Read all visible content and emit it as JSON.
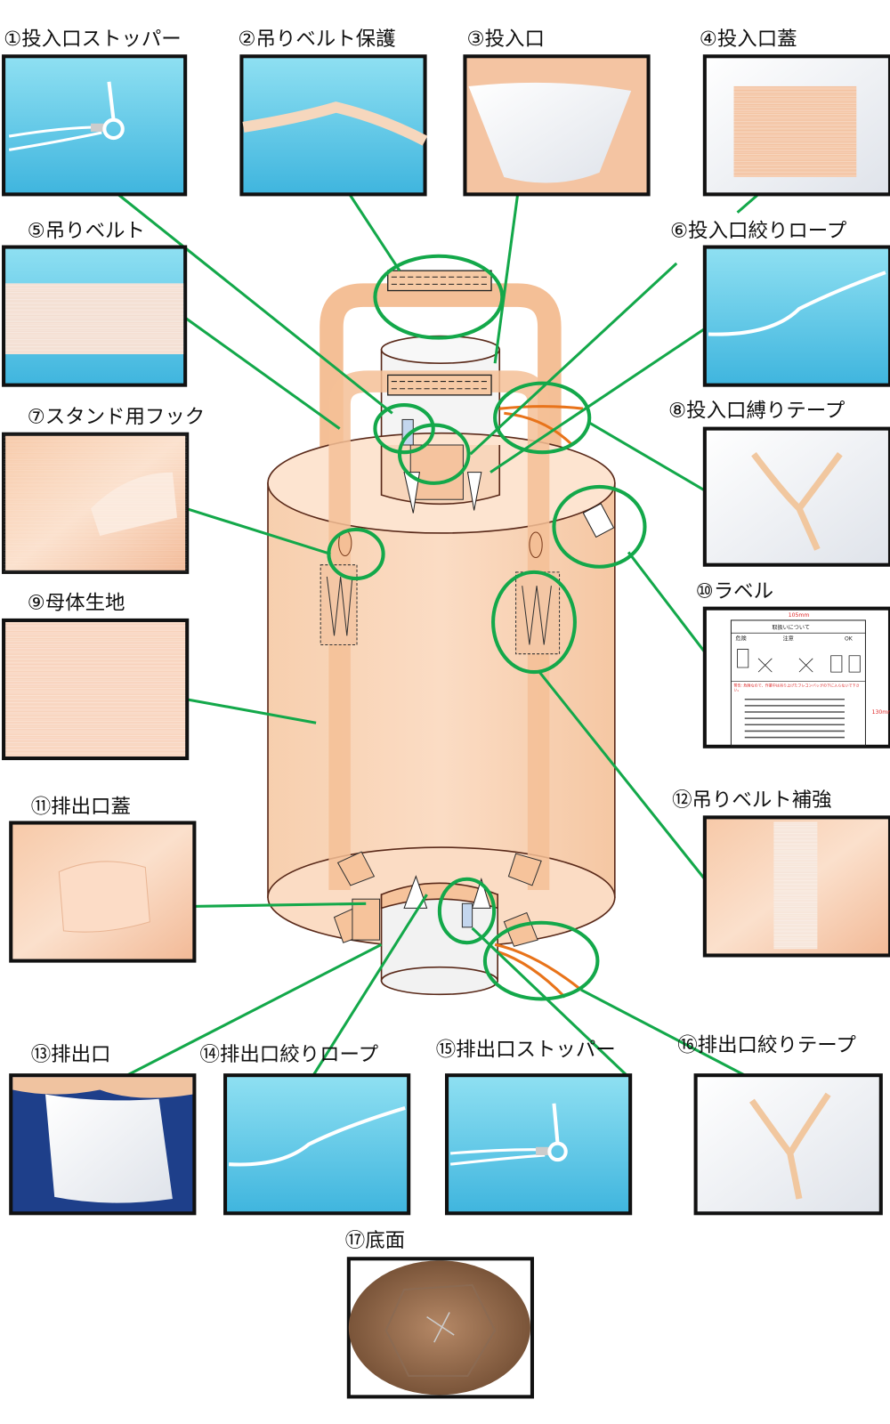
{
  "title": "フレコンバッグ各部名称",
  "parts": [
    {
      "no": "①",
      "label": "①投入口ストッパー"
    },
    {
      "no": "②",
      "label": "②吊りベルト保護"
    },
    {
      "no": "③",
      "label": "③投入口"
    },
    {
      "no": "④",
      "label": "④投入口蓋"
    },
    {
      "no": "⑤",
      "label": "⑤吊りベルト"
    },
    {
      "no": "⑥",
      "label": "⑥投入口絞りロープ"
    },
    {
      "no": "⑦",
      "label": "⑦スタンド用フック"
    },
    {
      "no": "⑧",
      "label": "⑧投入口縛りテープ"
    },
    {
      "no": "⑨",
      "label": "⑨母体生地"
    },
    {
      "no": "⑩",
      "label": "⑩ラベル"
    },
    {
      "no": "⑪",
      "label": "⑪排出口蓋"
    },
    {
      "no": "⑫",
      "label": "⑫吊りベルト補強"
    },
    {
      "no": "⑬",
      "label": "⑬排出口"
    },
    {
      "no": "⑭",
      "label": "⑭排出口絞りロープ"
    },
    {
      "no": "⑮",
      "label": "⑮排出口ストッパー"
    },
    {
      "no": "⑯",
      "label": "⑯排出口絞りテープ"
    },
    {
      "no": "⑰",
      "label": "⑰底面"
    }
  ],
  "label_photo": {
    "width": "105mm",
    "height": "130mm",
    "heading": "取扱いについて",
    "col_danger": "危険",
    "col_caution": "注意",
    "col_ok": "OK",
    "warning": "警告: 危険なので、作業中は吊り上げたフレコンバッグの下に入らないで下さい。"
  },
  "colors": {
    "leader": "#13a84a",
    "bag": "#f9d3b3",
    "belt": "#f6c39b",
    "tape": "#e8731a"
  }
}
